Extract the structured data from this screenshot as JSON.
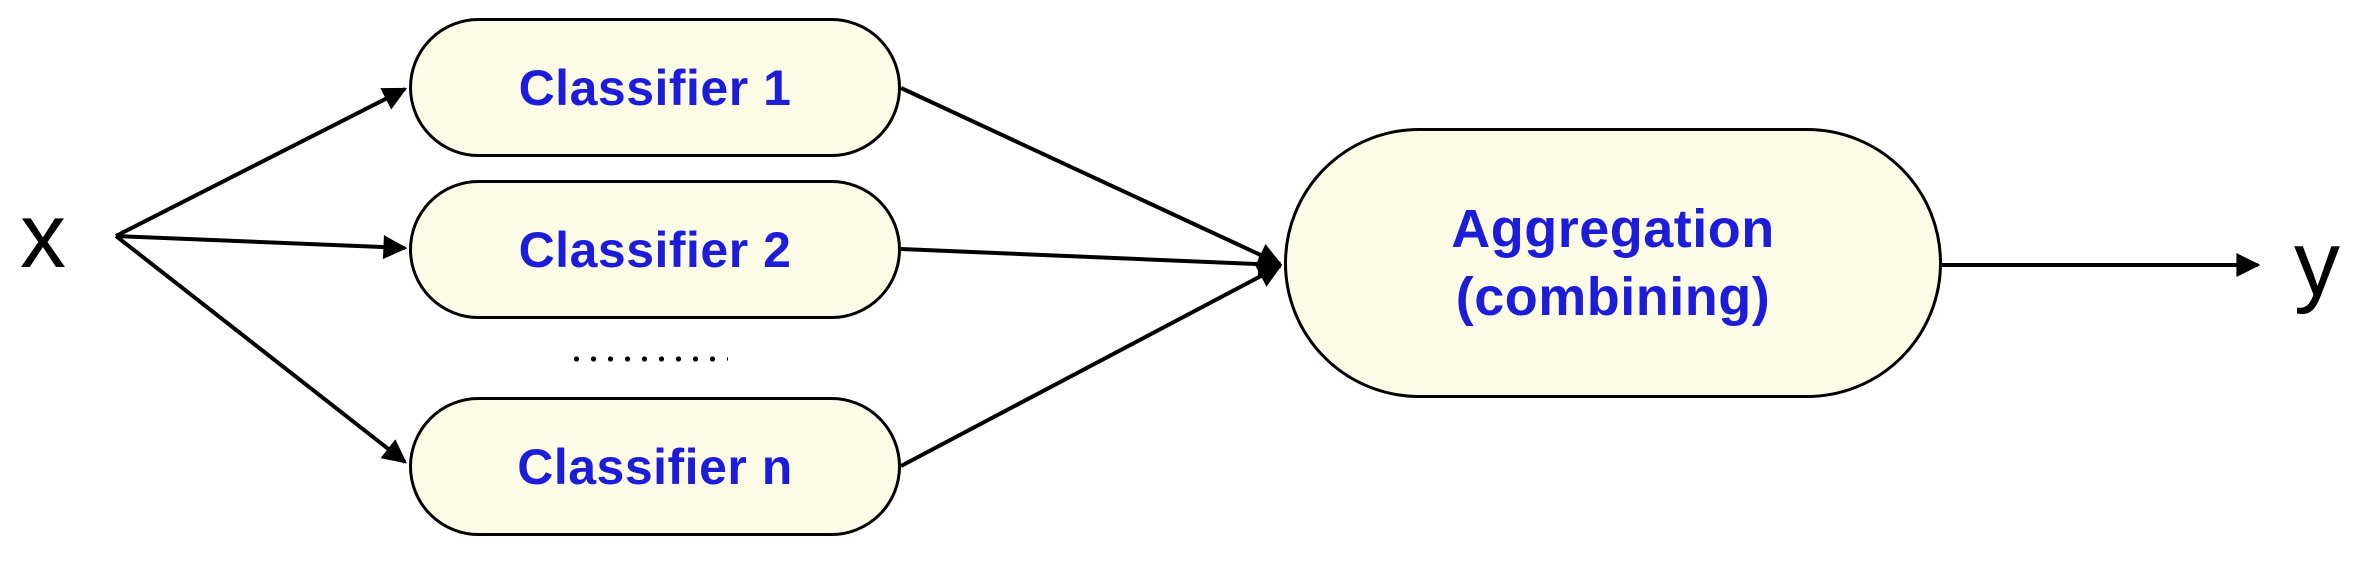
{
  "input": {
    "label": "x"
  },
  "output": {
    "label": "y"
  },
  "classifiers": [
    {
      "label": "Classifier 1"
    },
    {
      "label": "Classifier 2"
    },
    {
      "label": "Classifier n"
    }
  ],
  "aggregator": {
    "line1": "Aggregation",
    "line2": "(combining)"
  },
  "colors": {
    "node_fill": "#fcfce6",
    "node_text": "#1c1cd9",
    "stroke": "#000000"
  }
}
